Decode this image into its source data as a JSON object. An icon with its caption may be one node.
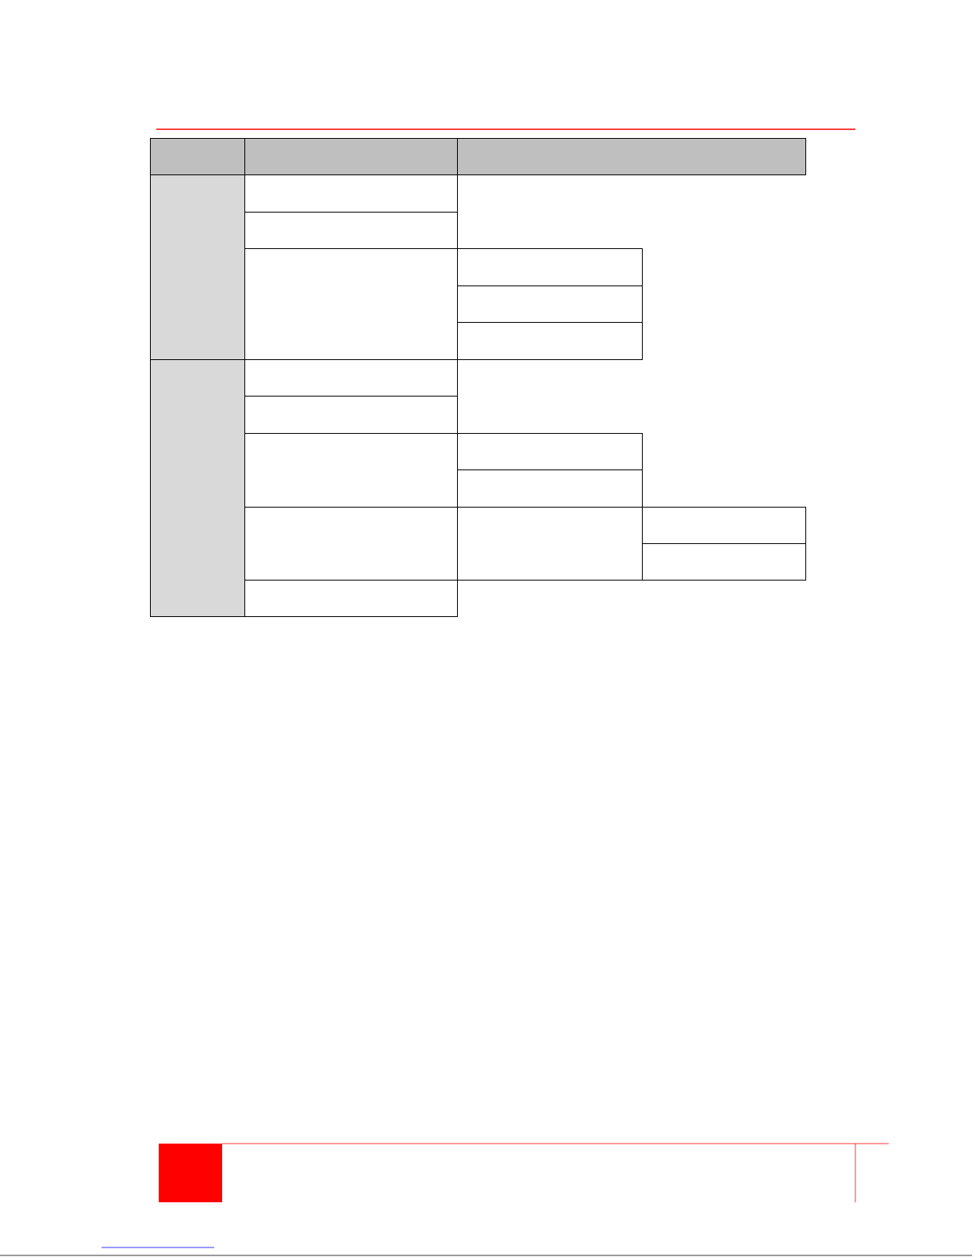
{
  "diagram": {
    "nodes": [
      {
        "text": [],
        "shape": "box"
      },
      {
        "text": [],
        "shape": "box"
      },
      {
        "text": [],
        "shape": "box"
      },
      {
        "text": [],
        "shape": "box"
      },
      {
        "text": [],
        "shape": "box"
      },
      {
        "text": [],
        "shape": "box"
      },
      {
        "text": [],
        "shape": "box"
      },
      {
        "text": [],
        "shape": "box"
      },
      {
        "text": [],
        "shape": "box"
      },
      {
        "text": [],
        "shape": "box"
      },
      {
        "text": [],
        "shape": "box"
      },
      {
        "text": [],
        "shape": "box"
      },
      {
        "text": [],
        "shape": "box"
      },
      {
        "text": [],
        "shape": "box"
      },
      {
        "text": [],
        "shape": "box"
      },
      {
        "text": [],
        "shape": "box"
      },
      {
        "text": [],
        "shape": "box"
      },
      {
        "text": [],
        "shape": "box"
      },
      {
        "text": [],
        "shape": "box"
      },
      {
        "text": [],
        "shape": "box"
      },
      {
        "text": [],
        "shape": "box"
      }
    ]
  }
}
